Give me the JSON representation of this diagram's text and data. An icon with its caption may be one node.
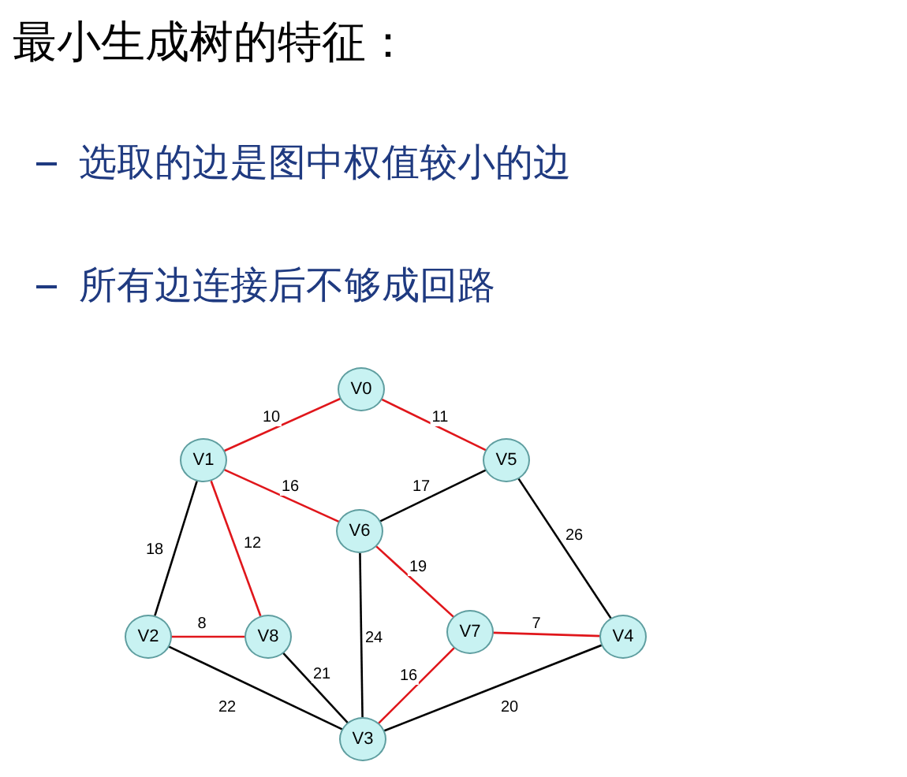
{
  "diagram": {
    "title": "最小生成树的特征：",
    "nodes": [
      {
        "text": [
          "V0"
        ]
      },
      {
        "text": [
          "V1"
        ]
      },
      {
        "text": [
          "V5"
        ]
      },
      {
        "text": [
          "V6"
        ]
      },
      {
        "text": [
          "V2"
        ]
      },
      {
        "text": [
          "V8"
        ]
      },
      {
        "text": [
          "V7"
        ]
      },
      {
        "text": [
          "V4"
        ]
      },
      {
        "text": [
          "V3"
        ]
      }
    ],
    "edges": [
      {
        "from": 1,
        "to": 0,
        "arrow": "none",
        "label": "10"
      },
      {
        "from": 0,
        "to": 2,
        "arrow": "none",
        "label": "11"
      },
      {
        "from": 1,
        "to": 3,
        "arrow": "none",
        "label": "16"
      },
      {
        "from": 2,
        "to": 3,
        "arrow": "none",
        "label": "17",
        "color": "#000000"
      },
      {
        "from": 1,
        "to": 4,
        "arrow": "none",
        "label": "18",
        "color": "#000000"
      },
      {
        "from": 1,
        "to": 5,
        "arrow": "none",
        "label": "12"
      },
      {
        "from": 4,
        "to": 5,
        "arrow": "none",
        "label": "8"
      },
      {
        "from": 3,
        "to": 6,
        "arrow": "none",
        "label": "19"
      },
      {
        "from": 3,
        "to": 8,
        "arrow": "none",
        "label": "24",
        "color": "#000000"
      },
      {
        "from": 2,
        "to": 7,
        "arrow": "none",
        "label": "26",
        "color": "#000000"
      },
      {
        "from": 6,
        "to": 7,
        "arrow": "none",
        "label": "7"
      },
      {
        "from": 5,
        "to": 8,
        "arrow": "none",
        "label": "21",
        "color": "#000000"
      },
      {
        "from": 6,
        "to": 8,
        "arrow": "none",
        "label": "16"
      },
      {
        "from": 4,
        "to": 8,
        "arrow": "none",
        "label": "22",
        "color": "#000000"
      },
      {
        "from": 7,
        "to": 8,
        "arrow": "none",
        "label": "20",
        "color": "#000000"
      }
    ],
    "labels": [
      "选取的边是图中权值较小的边",
      "所有边连接后不够成回路"
    ]
  }
}
